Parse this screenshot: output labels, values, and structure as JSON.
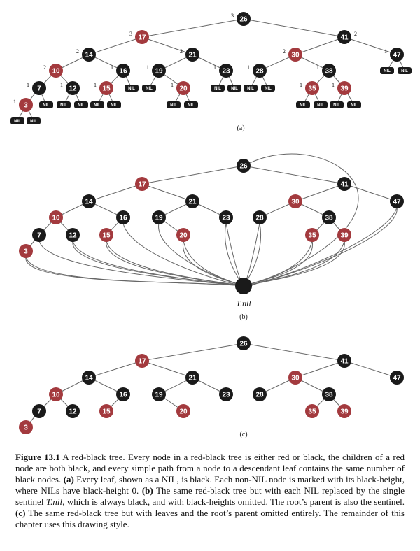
{
  "colors": {
    "red": "#a33a3e",
    "black": "#1a1a1a",
    "edge": "#666666"
  },
  "nodes": [
    {
      "key": "26",
      "color": "black",
      "bh": "3"
    },
    {
      "key": "17",
      "color": "red",
      "bh": "3"
    },
    {
      "key": "41",
      "color": "black",
      "bh": "2"
    },
    {
      "key": "14",
      "color": "black",
      "bh": "2"
    },
    {
      "key": "21",
      "color": "black",
      "bh": "2"
    },
    {
      "key": "30",
      "color": "red",
      "bh": "2"
    },
    {
      "key": "47",
      "color": "black",
      "bh": "1"
    },
    {
      "key": "10",
      "color": "red",
      "bh": "2"
    },
    {
      "key": "16",
      "color": "black",
      "bh": "1"
    },
    {
      "key": "19",
      "color": "black",
      "bh": "1"
    },
    {
      "key": "23",
      "color": "black",
      "bh": "1"
    },
    {
      "key": "28",
      "color": "black",
      "bh": "1"
    },
    {
      "key": "38",
      "color": "black",
      "bh": "1"
    },
    {
      "key": "7",
      "color": "black",
      "bh": "1"
    },
    {
      "key": "12",
      "color": "black",
      "bh": "1"
    },
    {
      "key": "15",
      "color": "red",
      "bh": "1"
    },
    {
      "key": "20",
      "color": "red",
      "bh": "1"
    },
    {
      "key": "35",
      "color": "red",
      "bh": "1"
    },
    {
      "key": "39",
      "color": "red",
      "bh": "1"
    },
    {
      "key": "3",
      "color": "red",
      "bh": "1"
    }
  ],
  "nil_text": "NIL",
  "panel_labels": [
    "(a)",
    "(b)",
    "(c)"
  ],
  "sentinel_label": "T.nil",
  "caption": {
    "figure_label": "Figure 13.1",
    "intro": " A red-black tree. Every node in a red-black tree is either red or black, the children of a red node are both black, and every simple path from a node to a descendant leaf contains the same number of black nodes. ",
    "a_label": "(a)",
    "a_text": " Every leaf, shown as a NIL, is black. Each non-NIL node is marked with its black-height, where NILs have black-height 0. ",
    "b_label": "(b)",
    "b_text_1": " The same red-black tree but with each NIL replaced by the single sentinel ",
    "b_sentinel": "T.nil",
    "b_text_2": ", which is always black, and with black-heights omitted. The root’s parent is also the sentinel. ",
    "c_label": "(c)",
    "c_text": " The same red-black tree but with leaves and the root’s parent omitted entirely. The remainder of this chapter uses this drawing style."
  }
}
